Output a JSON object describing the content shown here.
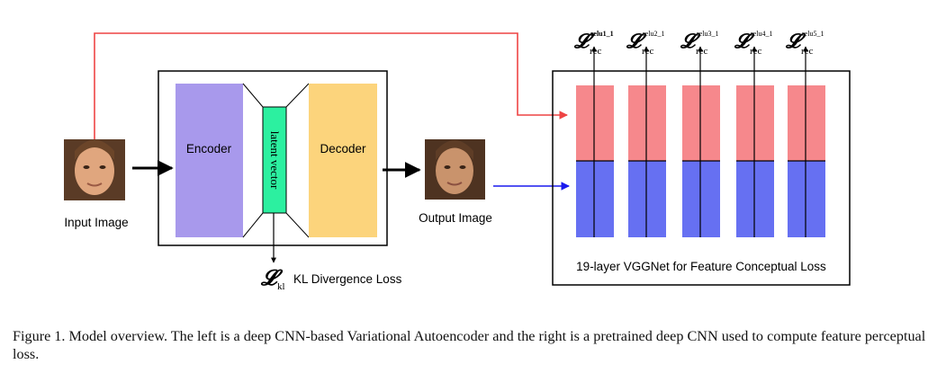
{
  "input": {
    "label": "Input Image"
  },
  "output": {
    "label": "Output Image"
  },
  "encoder": {
    "label": "Encoder",
    "color": "#a899ec"
  },
  "latent": {
    "label": "latent vector",
    "color": "#2cf0a0"
  },
  "decoder": {
    "label": "Decoder",
    "color": "#fcd47c"
  },
  "kl": {
    "symbol": "𝓛",
    "subscript": "kl",
    "label": "KL Divergence Loss"
  },
  "vgg": {
    "label": "19-layer VGGNet for Feature Conceptual Loss",
    "top_color": "#f6888c",
    "bottom_color": "#6670f2",
    "losses": [
      {
        "symbol": "𝓛",
        "sub": "rec",
        "sup": "relu1_1"
      },
      {
        "symbol": "𝓛",
        "sub": "rec",
        "sup": "relu2_1"
      },
      {
        "symbol": "𝓛",
        "sub": "rec",
        "sup": "relu3_1"
      },
      {
        "symbol": "𝓛",
        "sub": "rec",
        "sup": "relu4_1"
      },
      {
        "symbol": "𝓛",
        "sub": "rec",
        "sup": "relu5_1"
      }
    ]
  },
  "arrows": {
    "skip_color": "#ee4444",
    "feature_color": "#1a1aee"
  },
  "caption": "Figure 1. Model overview. The left is a deep CNN-based Variational Autoencoder and the right is a pretrained deep CNN used to compute feature perceptual loss."
}
